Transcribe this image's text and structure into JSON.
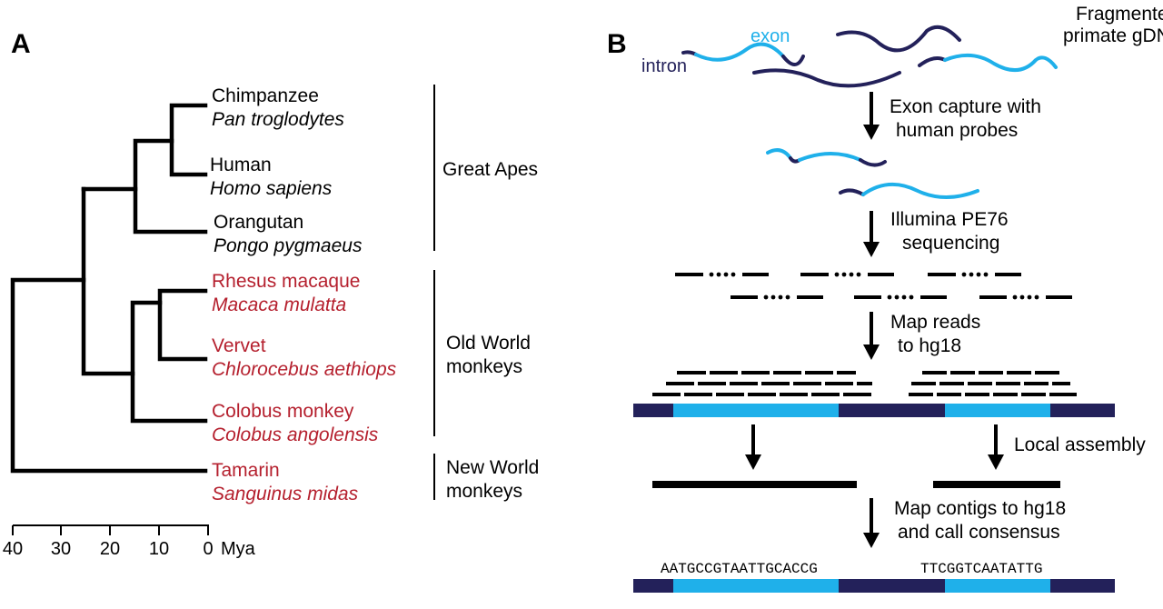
{
  "panel_a": {
    "label": "A",
    "taxa": [
      {
        "common": "Chimpanzee",
        "latin": "Pan troglodytes",
        "group": "ape"
      },
      {
        "common": "Human",
        "latin": "Homo sapiens",
        "group": "ape"
      },
      {
        "common": "Orangutan",
        "latin": "Pongo pygmaeus",
        "group": "ape"
      },
      {
        "common": "Rhesus macaque",
        "latin": "Macaca mulatta",
        "group": "monkey"
      },
      {
        "common": "Vervet",
        "latin": "Chlorocebus aethiops",
        "group": "monkey"
      },
      {
        "common": "Colobus monkey",
        "latin": "Colobus angolensis",
        "group": "monkey"
      },
      {
        "common": "Tamarin",
        "latin": "Sanguinus midas",
        "group": "monkey"
      }
    ],
    "groups": {
      "great_apes": "Great Apes",
      "old_world_1": "Old World",
      "old_world_2": "monkeys",
      "new_world_1": "New World",
      "new_world_2": "monkeys"
    },
    "axis": {
      "ticks": [
        "40",
        "30",
        "20",
        "10",
        "0"
      ],
      "unit": "Mya"
    },
    "colors": {
      "ape": "#000000",
      "monkey": "#b5202e"
    }
  },
  "panel_b": {
    "label": "B",
    "exon_label": "exon",
    "intron_label": "intron",
    "gdna_label_1": "Fragmented",
    "gdna_label_2": "primate gDNA",
    "steps": {
      "capture_1": "Exon capture with",
      "capture_2": "human probes",
      "seq_1": "Illumina PE76",
      "seq_2": "sequencing",
      "map_1": "Map reads",
      "map_2": "to hg18",
      "assembly": "Local assembly",
      "contigs_1": "Map contigs to hg18",
      "contigs_2": "and call consensus"
    },
    "consensus": {
      "left": "AATGCCGTAATTGCACCG",
      "right": "TTCGGTCAATATTG"
    },
    "colors": {
      "exon": "#1fb0ea",
      "intron": "#23215a"
    }
  }
}
